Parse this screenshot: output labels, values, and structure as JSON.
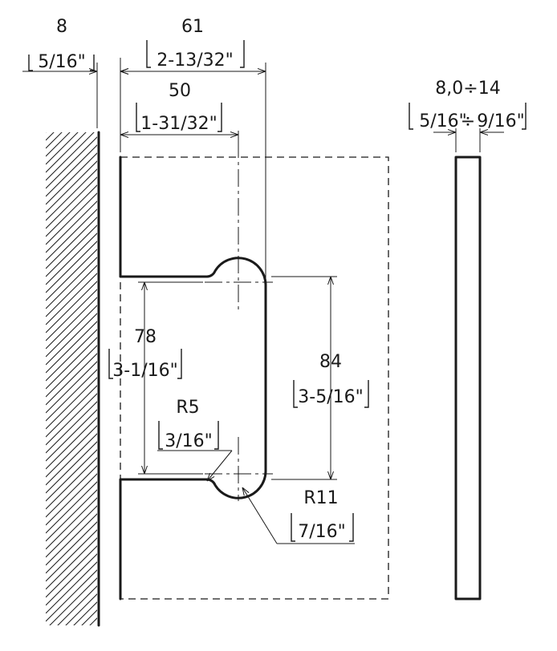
{
  "dimensions": {
    "wall_offset": {
      "mm": "8",
      "inch": "5/16\""
    },
    "hinge_depth": {
      "mm": "61",
      "inch": "2-13/32\""
    },
    "hole_depth": {
      "mm": "50",
      "inch": "1-31/32\""
    },
    "glass_thickness": {
      "mm": "8,0÷14",
      "inch_left": "5/16\"",
      "sep": "÷",
      "inch_right": "9/16\""
    },
    "inner_gap": {
      "mm": "78",
      "inch": "3-1/16\""
    },
    "outer_gap": {
      "mm": "84",
      "inch": "3-5/16\""
    },
    "small_radius": {
      "mm": "R5",
      "inch": "3/16\""
    },
    "large_radius": {
      "mm": "R11",
      "inch": "7/16\""
    }
  }
}
